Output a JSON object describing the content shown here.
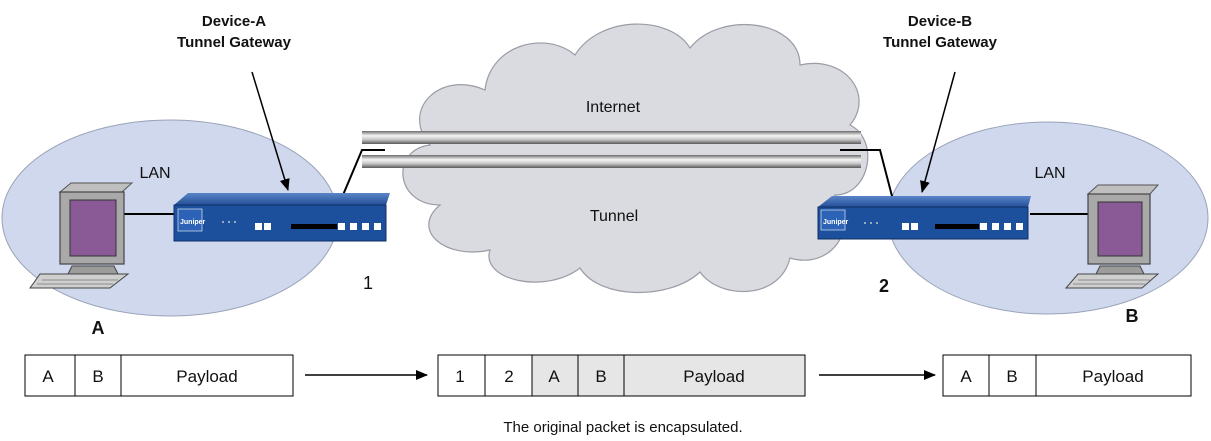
{
  "device_a": {
    "name": "Device-A",
    "role": "Tunnel Gateway"
  },
  "device_b": {
    "name": "Device-B",
    "role": "Tunnel Gateway"
  },
  "internet_label": "Internet",
  "tunnel_label": "Tunnel",
  "lan_left_label": "LAN",
  "lan_right_label": "LAN",
  "marker_1": "1",
  "marker_2": "2",
  "host_a_label": "A",
  "host_b_label": "B",
  "device_brand": "Juniper",
  "packet_left": [
    "A",
    "B",
    "Payload"
  ],
  "packet_middle": [
    "1",
    "2",
    "A",
    "B",
    "Payload"
  ],
  "packet_right": [
    "A",
    "B",
    "Payload"
  ],
  "caption": "The original packet is encapsulated.",
  "colors": {
    "lan": "#cfd8ec",
    "cloud": "#dadbe0",
    "device": "#1c4f9c",
    "screen": "#8a5a97",
    "encap_fill": "#e6e6e6"
  }
}
